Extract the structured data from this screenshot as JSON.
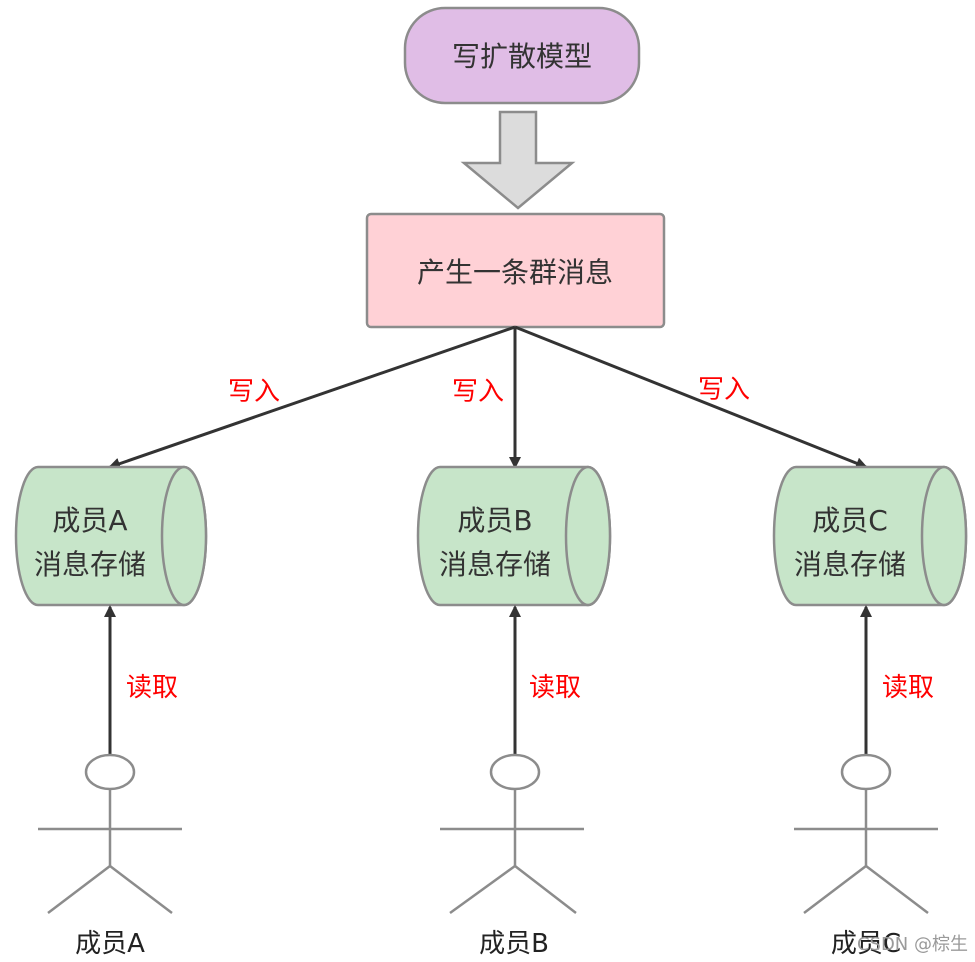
{
  "title": {
    "label": "写扩散模型"
  },
  "message_box": {
    "label": "产生一条群消息"
  },
  "write_labels": [
    "写入",
    "写入",
    "写入"
  ],
  "stores": [
    {
      "line1": "成员A",
      "line2": "消息存储"
    },
    {
      "line1": "成员B",
      "line2": "消息存储"
    },
    {
      "line1": "成员C",
      "line2": "消息存储"
    }
  ],
  "read_labels": [
    "读取",
    "读取",
    "读取"
  ],
  "members": [
    {
      "name": "成员A"
    },
    {
      "name": "成员B"
    },
    {
      "name": "成员C"
    }
  ],
  "watermark": "CSDN @棕生",
  "colors": {
    "title_fill": "#e0bde6",
    "message_fill": "#ffd1d6",
    "store_fill": "#c7e5c9",
    "label_red": "#ff0000",
    "arrow": "#333333",
    "outline": "#888888"
  }
}
